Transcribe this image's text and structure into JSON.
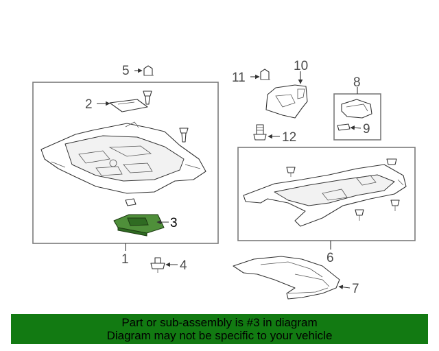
{
  "diagram": {
    "callouts": {
      "c1": "1",
      "c2": "2",
      "c3": "3",
      "c4": "4",
      "c5": "5",
      "c6": "6",
      "c7": "7",
      "c8": "8",
      "c9": "9",
      "c10": "10",
      "c11": "11",
      "c12": "12"
    },
    "highlighted_callout": "3",
    "highlight_color": "#4f8f3a"
  },
  "banner": {
    "line1": "Part or sub-assembly is #3 in diagram",
    "line2": "Diagram may not be specific to your vehicle",
    "background": "#127a12"
  }
}
